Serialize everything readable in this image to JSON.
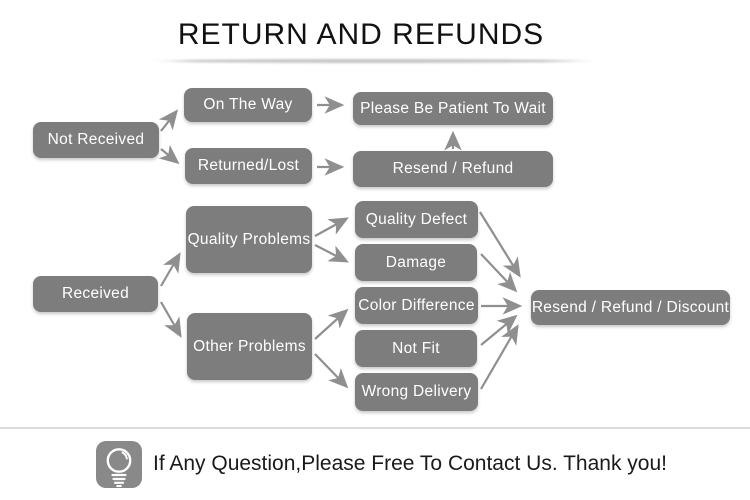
{
  "title": "RETURN AND REFUNDS",
  "colors": {
    "box_bg": "#7d7d7d",
    "box_text": "#ffffff",
    "arrow": "#8f8f8f",
    "divider": "#dcdcdc",
    "title_text": "#111111"
  },
  "flowchart": {
    "nodes": {
      "not_received": {
        "label": "Not Received"
      },
      "on_the_way": {
        "label": "On The Way"
      },
      "returned_lost": {
        "label": "Returned/Lost"
      },
      "please_wait": {
        "label": "Please Be Patient To Wait"
      },
      "resend_refund": {
        "label": "Resend / Refund"
      },
      "received": {
        "label": "Received"
      },
      "quality_problems": {
        "label": "Quality Problems"
      },
      "other_problems": {
        "label": "Other Problems"
      },
      "quality_defect": {
        "label": "Quality Defect"
      },
      "damage": {
        "label": "Damage"
      },
      "color_difference": {
        "label": "Color Difference"
      },
      "not_fit": {
        "label": "Not Fit"
      },
      "wrong_delivery": {
        "label": "Wrong Delivery"
      },
      "resend_refund_discount": {
        "label": "Resend / Refund / Discount"
      }
    },
    "edges": [
      [
        "not_received",
        "on_the_way"
      ],
      [
        "not_received",
        "returned_lost"
      ],
      [
        "on_the_way",
        "please_wait"
      ],
      [
        "returned_lost",
        "resend_refund"
      ],
      [
        "resend_refund",
        "please_wait"
      ],
      [
        "received",
        "quality_problems"
      ],
      [
        "received",
        "other_problems"
      ],
      [
        "quality_problems",
        "quality_defect"
      ],
      [
        "quality_problems",
        "damage"
      ],
      [
        "other_problems",
        "color_difference"
      ],
      [
        "other_problems",
        "wrong_delivery"
      ],
      [
        "quality_defect",
        "resend_refund_discount"
      ],
      [
        "damage",
        "resend_refund_discount"
      ],
      [
        "color_difference",
        "resend_refund_discount"
      ],
      [
        "not_fit",
        "resend_refund_discount"
      ],
      [
        "wrong_delivery",
        "resend_refund_discount"
      ]
    ]
  },
  "footer": {
    "icon": "lightbulb-icon",
    "message": "If Any Question,Please Free To Contact Us. Thank you!"
  }
}
